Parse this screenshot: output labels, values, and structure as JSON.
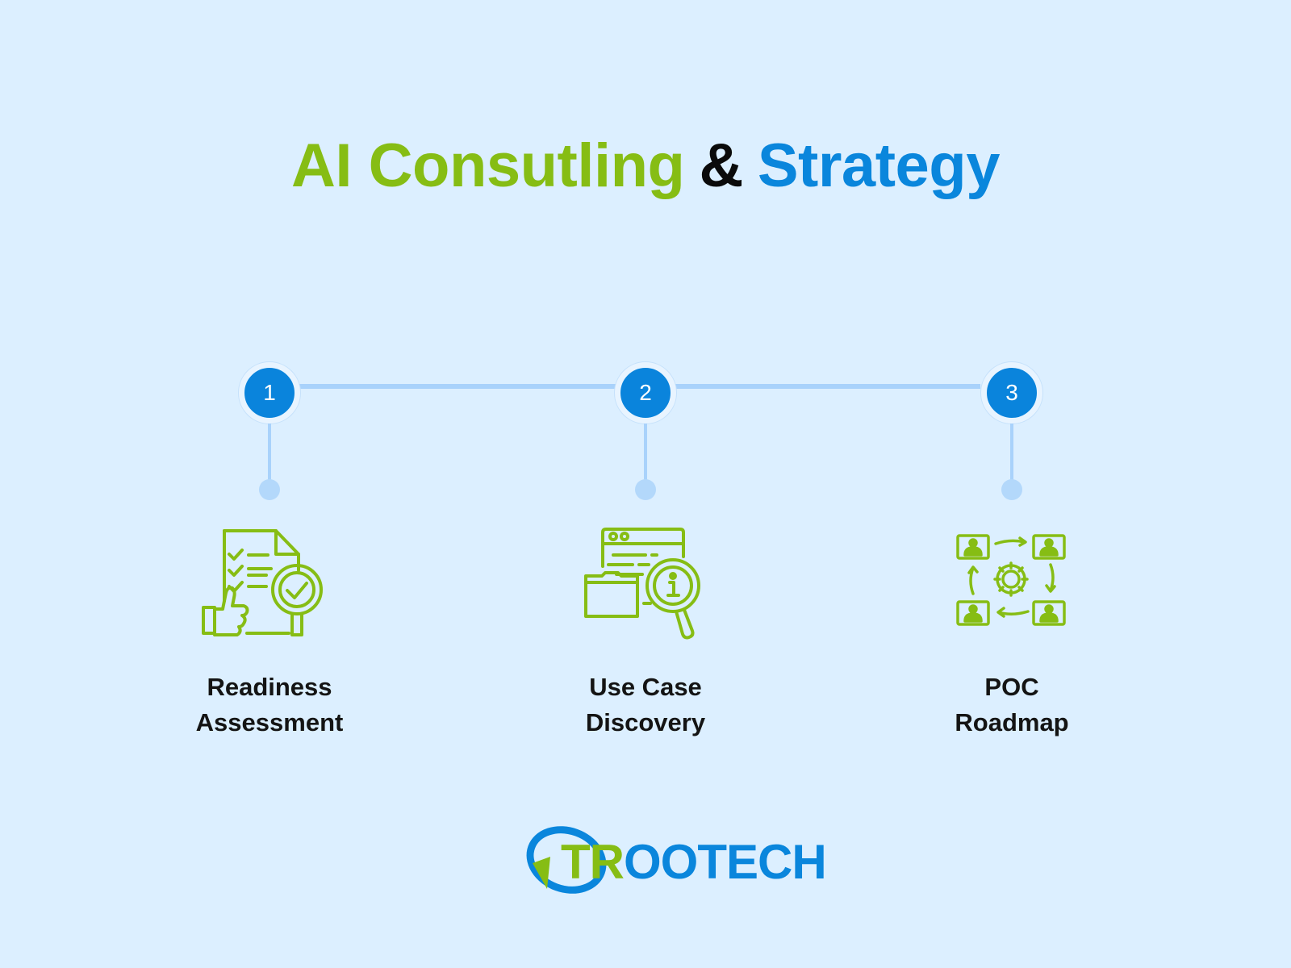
{
  "title": {
    "part1": "AI Consutling",
    "part2": "&",
    "part3": "Strategy"
  },
  "steps": [
    {
      "number": "1",
      "label_line1": "Readiness",
      "label_line2": "Assessment",
      "icon": "document-check-thumbs-up-icon"
    },
    {
      "number": "2",
      "label_line1": "Use Case",
      "label_line2": "Discovery",
      "icon": "browser-folder-magnifier-info-icon"
    },
    {
      "number": "3",
      "label_line1": "POC",
      "label_line2": "Roadmap",
      "icon": "people-cycle-gear-icon"
    }
  ],
  "logo": {
    "text_part1": "TR",
    "text_part2": "OOTECH"
  },
  "colors": {
    "background": "#dcefff",
    "green": "#86bd14",
    "blue": "#0a86dc",
    "connector": "#a9d2fb"
  }
}
